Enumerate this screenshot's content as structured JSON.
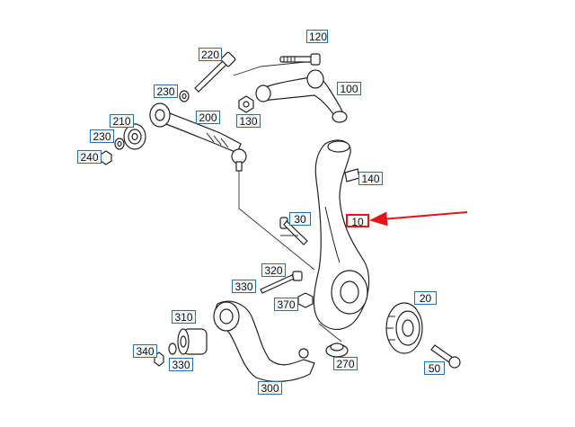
{
  "diagram": {
    "callouts": [
      {
        "id": "p120",
        "label": "120"
      },
      {
        "id": "p220",
        "label": "220"
      },
      {
        "id": "p100",
        "label": "100"
      },
      {
        "id": "p230a",
        "label": "230"
      },
      {
        "id": "p210",
        "label": "210"
      },
      {
        "id": "p200",
        "label": "200"
      },
      {
        "id": "p130",
        "label": "130"
      },
      {
        "id": "p230b",
        "label": "230"
      },
      {
        "id": "p240",
        "label": "240"
      },
      {
        "id": "p140",
        "label": "140"
      },
      {
        "id": "p30",
        "label": "30"
      },
      {
        "id": "p10",
        "label": "10",
        "highlighted": true
      },
      {
        "id": "p320",
        "label": "320"
      },
      {
        "id": "p330a",
        "label": "330"
      },
      {
        "id": "p20",
        "label": "20"
      },
      {
        "id": "p370",
        "label": "370"
      },
      {
        "id": "p310",
        "label": "310"
      },
      {
        "id": "p340",
        "label": "340"
      },
      {
        "id": "p330b",
        "label": "330"
      },
      {
        "id": "p270",
        "label": "270"
      },
      {
        "id": "p50",
        "label": "50"
      },
      {
        "id": "p300",
        "label": "300"
      }
    ],
    "colors": {
      "callout_border": "#2a6fa8",
      "highlight": "#e0161b",
      "line": "#222222"
    }
  }
}
